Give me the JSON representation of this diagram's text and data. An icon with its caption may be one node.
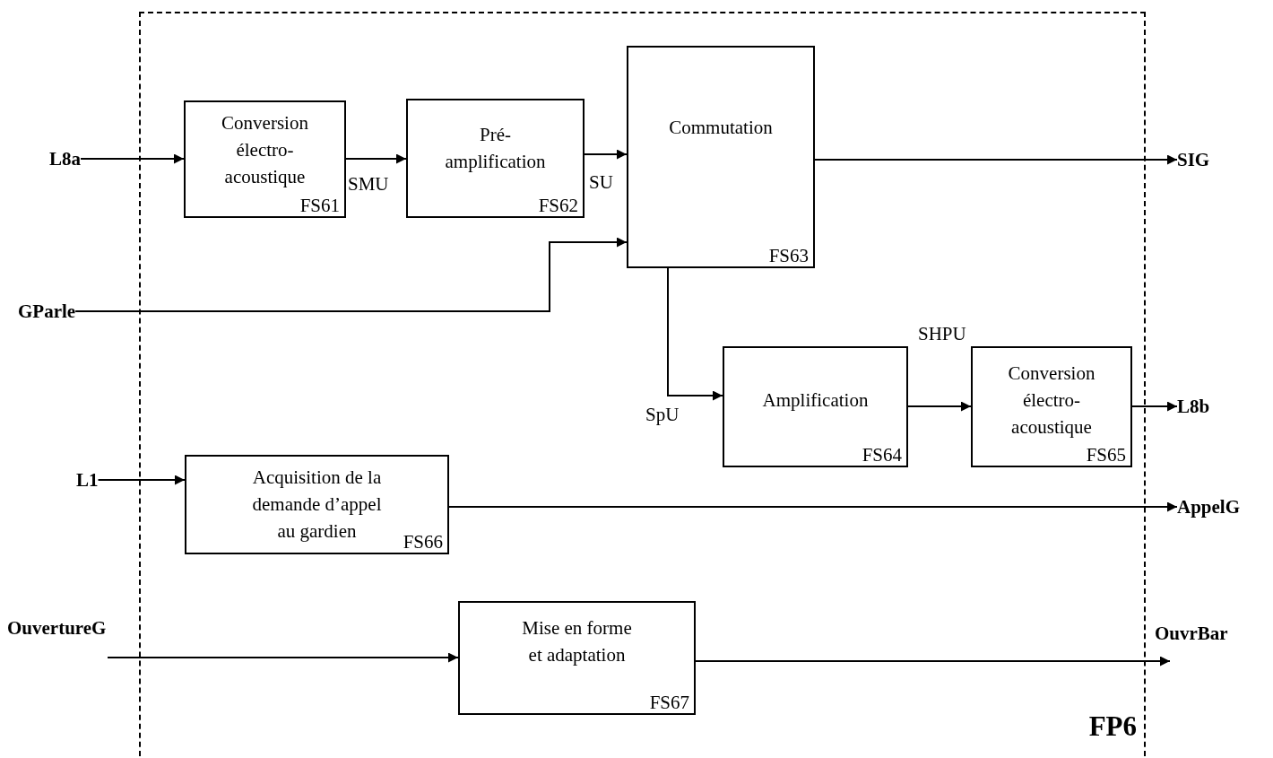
{
  "diagram": {
    "nodes": [
      {
        "text": [
          "FP6"
        ]
      },
      {
        "text": [
          "Conversion électro-acoustique",
          "FS61"
        ],
        "in": 0
      },
      {
        "text": [
          "Pré-amplification",
          "FS62"
        ],
        "in": 0
      },
      {
        "text": [
          "Commutation",
          "FS63"
        ],
        "in": 0
      },
      {
        "text": [
          "Amplification",
          "FS64"
        ],
        "in": 0
      },
      {
        "text": [
          "Conversion électro-acoustique",
          "FS65"
        ],
        "in": 0
      },
      {
        "text": [
          "Acquisition de la demande d’appel au gardien",
          "FS66"
        ],
        "in": 0
      },
      {
        "text": [
          "Mise en forme et adaptation",
          "FS67"
        ],
        "in": 0
      },
      {
        "text": [
          "L8a"
        ]
      },
      {
        "text": [
          "GParle"
        ]
      },
      {
        "text": [
          "L1"
        ]
      },
      {
        "text": [
          "OuvertureG"
        ]
      },
      {
        "text": [
          "SIG"
        ]
      },
      {
        "text": [
          "L8b"
        ]
      },
      {
        "text": [
          "AppelG"
        ]
      },
      {
        "text": [
          "OuvrBar"
        ]
      }
    ],
    "edges": [
      {
        "from": 8,
        "to": 1,
        "arrow": "to"
      },
      {
        "from": 1,
        "to": 2,
        "arrow": "to",
        "label": "SMU"
      },
      {
        "from": 2,
        "to": 3,
        "arrow": "to",
        "label": "SU"
      },
      {
        "from": 9,
        "to": 3,
        "arrow": "to"
      },
      {
        "from": 3,
        "to": 12,
        "arrow": "to"
      },
      {
        "from": 3,
        "to": 4,
        "arrow": "to",
        "label": "SpU"
      },
      {
        "from": 4,
        "to": 5,
        "arrow": "to",
        "label": "SHPU"
      },
      {
        "from": 5,
        "to": 13,
        "arrow": "to"
      },
      {
        "from": 10,
        "to": 6,
        "arrow": "to"
      },
      {
        "from": 6,
        "to": 14,
        "arrow": "to"
      },
      {
        "from": 11,
        "to": 7,
        "arrow": "to"
      },
      {
        "from": 7,
        "to": 15,
        "arrow": "to"
      }
    ]
  }
}
